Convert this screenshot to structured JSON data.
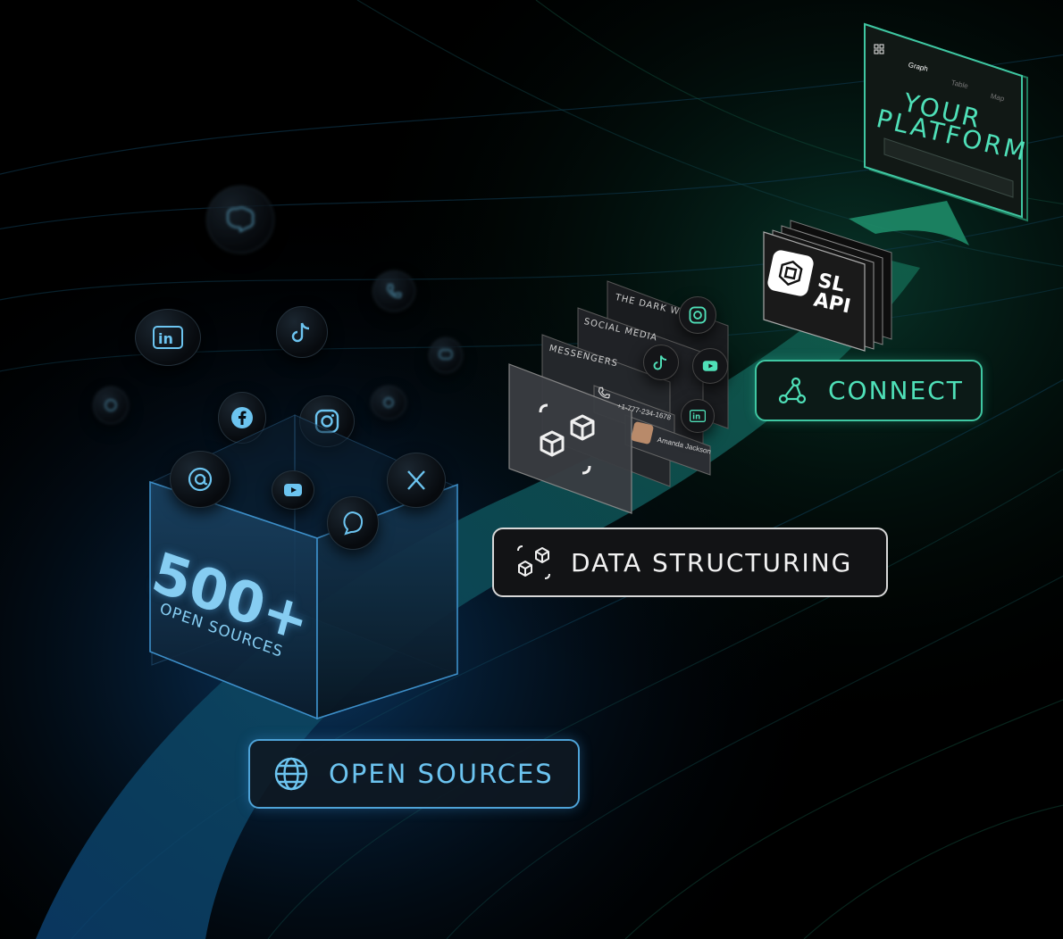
{
  "labels": {
    "open_sources": "OPEN SOURCES",
    "data_structuring": "DATA STRUCTURING",
    "connect": "CONNECT"
  },
  "box": {
    "count": "500+",
    "subtitle": "OPEN SOURCES"
  },
  "cards": {
    "dark_web": "THE DARK WEB",
    "social_media": "SOCIAL MEDIA",
    "messengers": "MESSENGERS",
    "phone": "+1-777-234-1678",
    "person": "Amanda Jackson"
  },
  "api": {
    "line1": "SL",
    "line2": "API"
  },
  "platform": {
    "line1": "YOUR",
    "line2": "PLATFORM",
    "tabs": [
      "Graph",
      "Table",
      "Map"
    ]
  },
  "colors": {
    "blue_accent": "#6cc4f0",
    "green_accent": "#4fe0b8",
    "white_border": "#d8d8d8"
  },
  "icons": [
    "globe-icon",
    "data-structure-icon",
    "connect-icon",
    "linkedin-icon",
    "facebook-icon",
    "instagram-icon",
    "youtube-icon",
    "x-icon",
    "tiktok-icon",
    "phone-icon",
    "at-icon",
    "chat-icon",
    "sl-logo-icon"
  ]
}
